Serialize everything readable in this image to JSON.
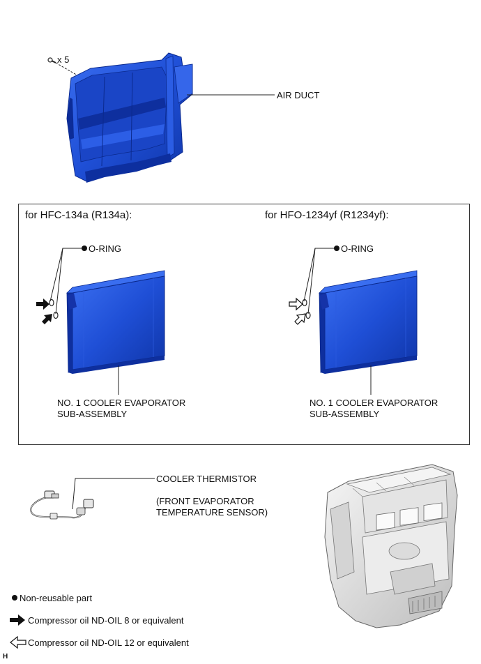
{
  "top": {
    "screw_qty": "x 5",
    "air_duct_label": "AIR DUCT"
  },
  "panel": {
    "left_heading": "for HFC-134a (R134a):",
    "right_heading": "for HFO-1234yf (R1234yf):",
    "o_ring_label": "O-RING",
    "evaporator_line1": "NO. 1 COOLER EVAPORATOR",
    "evaporator_line2": "SUB-ASSEMBLY"
  },
  "thermistor": {
    "title": "COOLER THERMISTOR",
    "sub_line1": "(FRONT EVAPORATOR",
    "sub_line2": "TEMPERATURE SENSOR)"
  },
  "legend": {
    "non_reusable": "Non-reusable part",
    "oil_nd8": "Compressor oil ND-OIL 8 or equivalent",
    "oil_nd12": "Compressor oil ND-OIL 12 or equivalent"
  },
  "corner_mark": "H",
  "colors": {
    "part_blue": "#1f4fd6",
    "part_blue_dark": "#0d2c9a",
    "part_blue_light": "#4f7ff0",
    "housing_gray": "#e8e8e8",
    "housing_dark": "#9a9a9a"
  }
}
